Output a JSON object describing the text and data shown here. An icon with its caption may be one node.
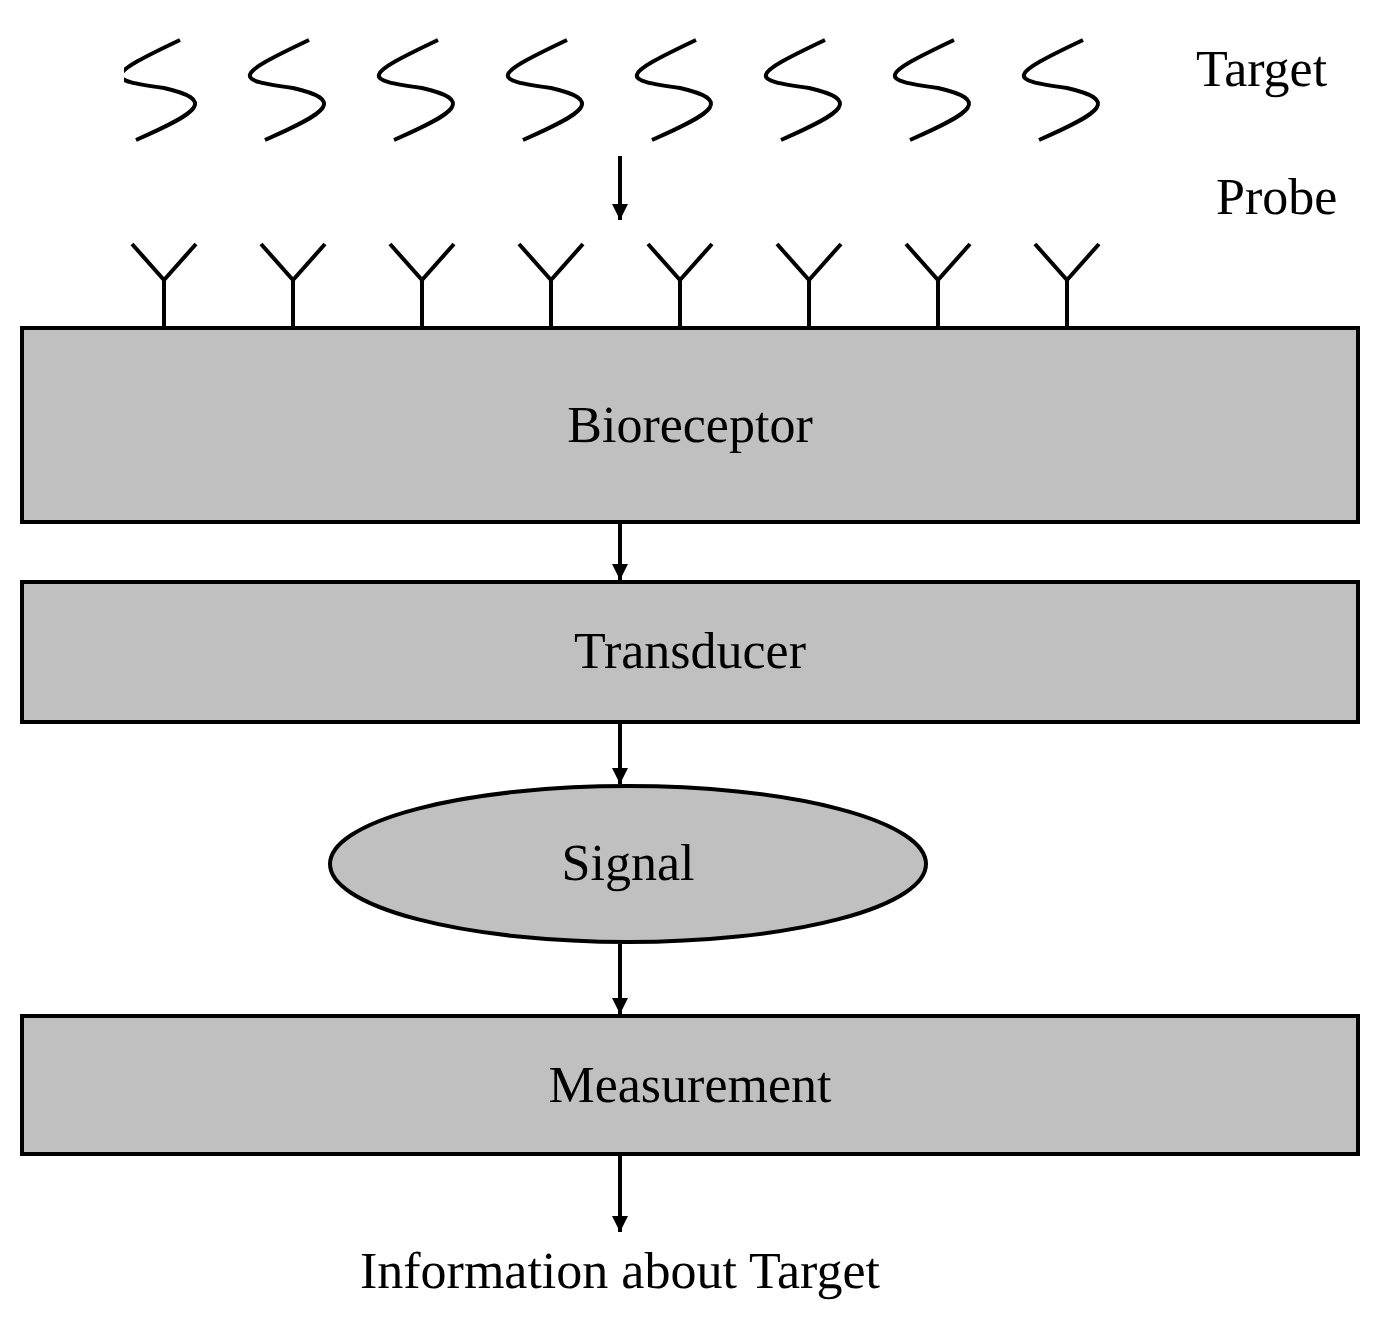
{
  "diagram": {
    "nodes": [
      {
        "text": [],
        "shape": "picture",
        "beside": [
          "Target"
        ]
      },
      {
        "text": [],
        "shape": "picture",
        "beside": [
          "Probe"
        ]
      },
      {
        "text": [
          "Bioreceptor"
        ]
      },
      {
        "text": [
          "Transducer"
        ]
      },
      {
        "text": [
          "Signal"
        ]
      },
      {
        "text": [
          "Measurement"
        ]
      },
      {
        "text": [
          "Information about Target"
        ]
      }
    ],
    "edges": [
      {
        "from": 0,
        "to": 1,
        "arrow": "to"
      },
      {
        "from": 2,
        "to": 3,
        "arrow": "to"
      },
      {
        "from": 3,
        "to": 4,
        "arrow": "to"
      },
      {
        "from": 4,
        "to": 5,
        "arrow": "to"
      },
      {
        "from": 5,
        "to": 6,
        "arrow": "to"
      }
    ]
  }
}
